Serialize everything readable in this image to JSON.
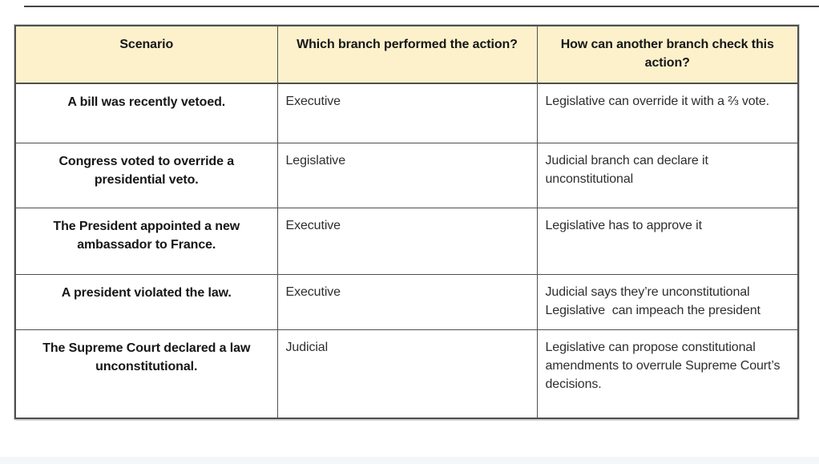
{
  "theme": {
    "page_bg": "#ffffff",
    "header_bg": "#fcf1cb",
    "border_color": "#4f4f52",
    "heading_text_color": "#161616",
    "body_text_color": "#2e2e2e",
    "top_rule_color": "#454547",
    "bottom_band_color": "#f5f6f7"
  },
  "table": {
    "columns": [
      {
        "label": "Scenario"
      },
      {
        "label": "Which branch performed the action?"
      },
      {
        "label": "How can another branch check this action?"
      }
    ],
    "rows": [
      {
        "scenario": "A bill was recently vetoed.",
        "branch": "Executive",
        "check": "Legislative can override it with a ⅔ vote."
      },
      {
        "scenario": "Congress voted to override a presidential veto.",
        "branch": "Legislative",
        "check": "Judicial branch can declare it unconstitutional"
      },
      {
        "scenario": "The President appointed a new ambassador to France.",
        "branch": "Executive",
        "check": "Legislative has to approve it"
      },
      {
        "scenario": "A president violated the law.",
        "branch": "Executive",
        "check": "Judicial says they’re unconstitutional\nLegislative  can impeach the president"
      },
      {
        "scenario": "The Supreme Court declared a law unconstitutional.",
        "branch": "Judicial",
        "check": "Legislative can propose constitutional amendments to overrule Supreme Court’s decisions."
      }
    ]
  }
}
